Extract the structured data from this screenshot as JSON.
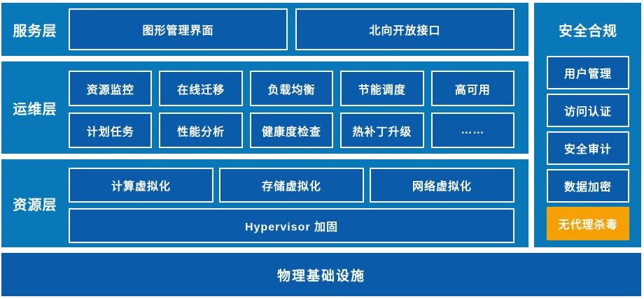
{
  "colors": {
    "panel_bg": "#0878b8",
    "box_bg": "#0a5cab",
    "box_border": "#ffffff",
    "highlight_bg": "#f5a005",
    "text": "#ffffff"
  },
  "diagram": {
    "layers": [
      {
        "label": "服务层",
        "boxes": [
          "图形管理界面",
          "北向开放接口"
        ]
      },
      {
        "label": "运维层",
        "rows": [
          [
            "资源监控",
            "在线迁移",
            "负载均衡",
            "节能调度",
            "高可用"
          ],
          [
            "计划任务",
            "性能分析",
            "健康度检查",
            "热补丁升级",
            "……"
          ]
        ]
      },
      {
        "label": "资源层",
        "rows": [
          [
            "计算虚拟化",
            "存储虚拟化",
            "网络虚拟化"
          ]
        ],
        "wide_box": "Hypervisor 加固"
      }
    ],
    "security": {
      "title": "安全合规",
      "items": [
        {
          "label": "用户管理",
          "highlight": false
        },
        {
          "label": "访问认证",
          "highlight": false
        },
        {
          "label": "安全审计",
          "highlight": false
        },
        {
          "label": "数据加密",
          "highlight": false
        },
        {
          "label": "无代理杀毒",
          "highlight": true
        }
      ]
    },
    "bottom_bar": "物理基础设施"
  }
}
